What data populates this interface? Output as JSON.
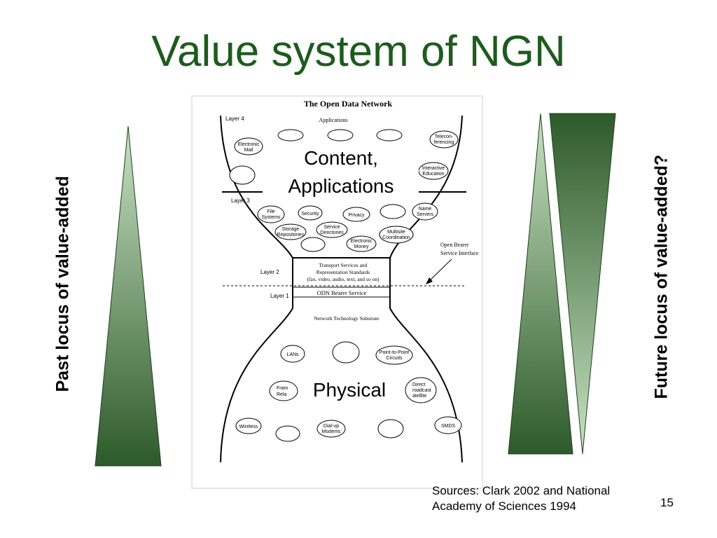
{
  "slide": {
    "title": "Value system of NGN",
    "left_label": "Past locus of value-added",
    "right_label": "Future locus of value-added?",
    "sources_line1": "Sources: Clark 2002 and National",
    "sources_line2": "Academy of Sciences 1994",
    "page_number": "15"
  },
  "diagram": {
    "title": "The Open Data Network",
    "layer4": "Layer 4",
    "layer3": "Layer 3",
    "layer2": "Layer 2",
    "layer1": "Layer 1",
    "applications": "Applications",
    "content_line1": "Content,",
    "content_line2": "Applications",
    "physical": "Physical",
    "open_bearer_line1": "Open Bearer",
    "open_bearer_line2": "Service Interface",
    "transport_line1": "Transport Services and",
    "transport_line2": "Representation Standards",
    "transport_line3": "(fax, video, audio, text, and so on)",
    "odn_bearer": "ODN Bearer Service",
    "network_substrate": "Network Technology Substrate",
    "ovals": {
      "electronic_mail_1": "Electronic",
      "electronic_mail_2": "Mail",
      "teleconferencing_1": "Telecon-",
      "teleconferencing_2": "ferencing",
      "interactive_education_1": "Interactive",
      "interactive_education_2": "Education",
      "file_systems_1": "File",
      "file_systems_2": "Systems",
      "security": "Security",
      "privacy": "Privacy",
      "name_servers_1": "Name",
      "name_servers_2": "Servers",
      "storage_repositories_1": "Storage",
      "storage_repositories_2": "Repositories",
      "service_directories_1": "Service",
      "service_directories_2": "Directories",
      "multisite_coordination_1": "Multisite",
      "multisite_coordination_2": "Coordination",
      "electronic_money_1": "Electronic",
      "electronic_money_2": "Money",
      "lans": "LANs",
      "point_to_point_1": "Point-to-Point",
      "point_to_point_2": "Circuits",
      "frame_relay_1": "Fram",
      "frame_relay_2": "Rela",
      "direct_broadcast_1": "Direct",
      "direct_broadcast_2": "roadcast",
      "direct_broadcast_3": "atellite",
      "wireless": "Wireless",
      "dialup_modems_1": "Dial-up",
      "dialup_modems_2": "Modems",
      "smds": "SMDS"
    }
  },
  "colors": {
    "title": "#1e5b1e",
    "triangle_dark": "#2d5a2a",
    "triangle_light": "#c9e2c4"
  }
}
